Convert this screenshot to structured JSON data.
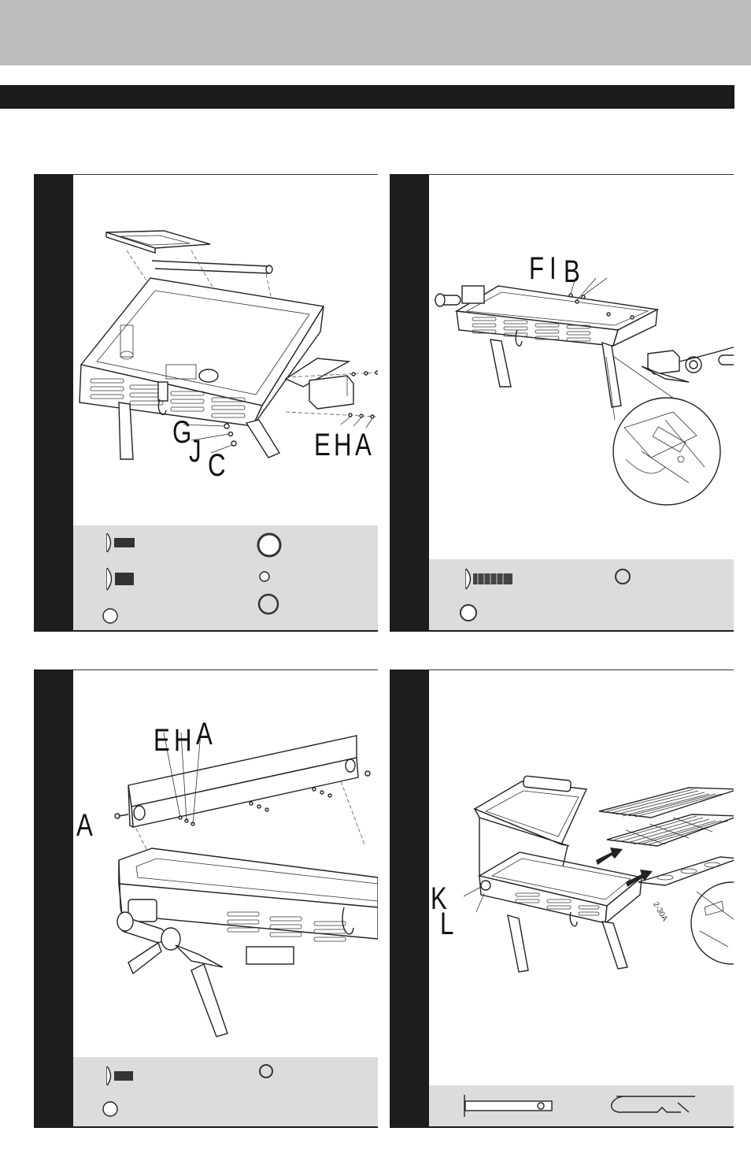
{
  "steps": [
    {
      "callouts": [
        "G",
        "J",
        "C",
        "E",
        "H",
        "A"
      ]
    },
    {
      "callouts": [
        "F",
        "I",
        "B"
      ]
    },
    {
      "callouts": [
        "E",
        "H",
        "A",
        "A"
      ]
    },
    {
      "callouts": [
        "K",
        "L"
      ]
    }
  ],
  "part_labels": {
    "vent_stamp": "2-30A"
  },
  "colors": {
    "band_gray": "#bcbcbc",
    "title_bar": "#1b1b1b",
    "parts_panel": "#dcdcdc",
    "line_art": "#222222"
  }
}
